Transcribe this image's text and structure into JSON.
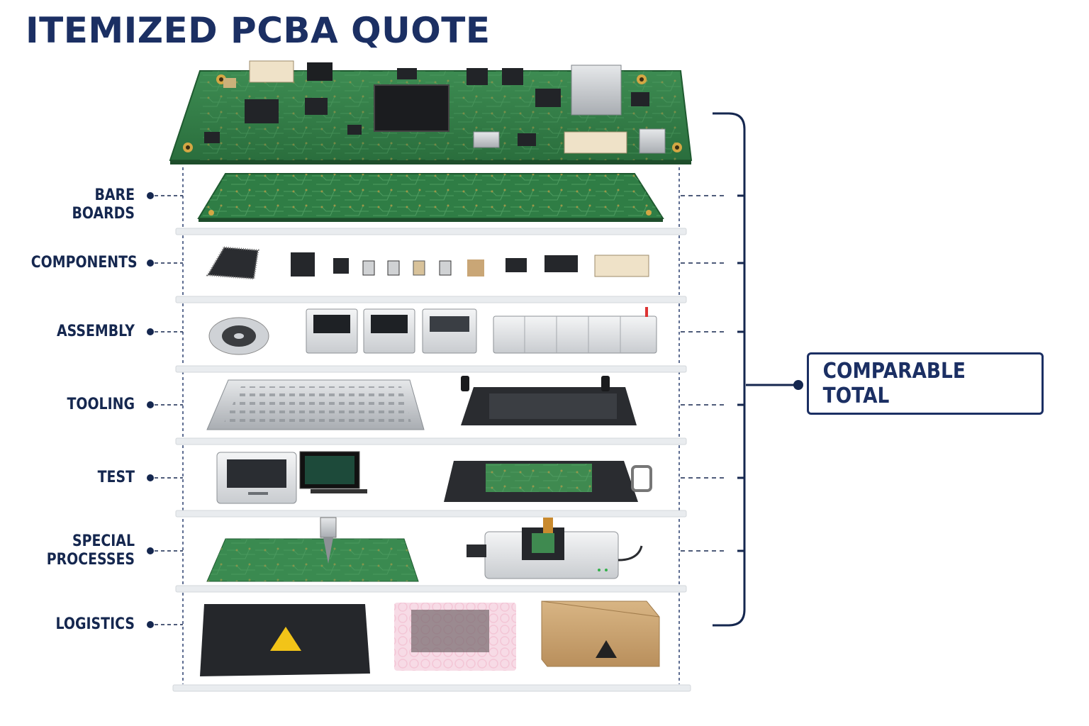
{
  "title": "ITEMIZED PCBA QUOTE",
  "layers": [
    {
      "label": "BARE BOARDS"
    },
    {
      "label": "COMPONENTS"
    },
    {
      "label": "ASSEMBLY"
    },
    {
      "label": "TOOLING"
    },
    {
      "label": "TEST"
    },
    {
      "label": "SPECIAL\nPROCESSES"
    },
    {
      "label": "LOGISTICS"
    }
  ],
  "total_label": "COMPARABLE TOTAL",
  "colors": {
    "navy": "#1b2f63",
    "pcb_green": "#2f7d45",
    "shelf": "#e9ecef",
    "esd_yellow": "#f2c418"
  },
  "icons": [
    "assembled-pcb-icon",
    "bare-pcb-icon",
    "ic-chip-icon",
    "connector-icon",
    "reel-icon",
    "pick-and-place-machine-icon",
    "reflow-oven-icon",
    "stencil-icon",
    "fixture-icon",
    "aoi-machine-icon",
    "monitor-icon",
    "test-fixture-icon",
    "dispenser-icon",
    "programmer-icon",
    "esd-bag-icon",
    "bubble-bag-icon",
    "shipping-box-icon",
    "esd-warning-icon"
  ]
}
